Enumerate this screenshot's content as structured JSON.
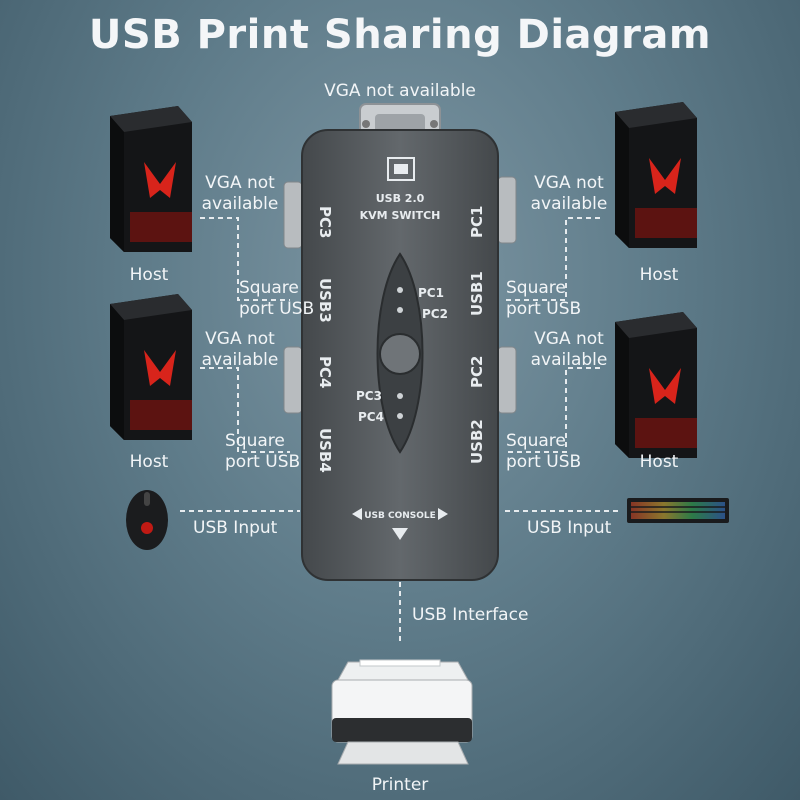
{
  "title": "USB Print Sharing Diagram",
  "labels": {
    "vga_top": "VGA not available",
    "vga_line1": "VGA not",
    "vga_line2": "available",
    "square_line1": "Square",
    "square_line2": "port USB",
    "host": "Host",
    "usb_input": "USB Input",
    "usb_interface": "USB Interface",
    "printer": "Printer"
  },
  "switch": {
    "line1": "USB 2.0",
    "line2": "KVM SWITCH",
    "pc1": "PC1",
    "pc2": "PC2",
    "pc3": "PC3",
    "pc4": "PC4",
    "usb1": "USB1",
    "usb2": "USB2",
    "usb3": "USB3",
    "usb4": "USB4",
    "console": "USB CONSOLE"
  },
  "colors": {
    "accent_red": "#d8241b",
    "switch_body": "#5a5f63",
    "line": "#e6ebee"
  }
}
